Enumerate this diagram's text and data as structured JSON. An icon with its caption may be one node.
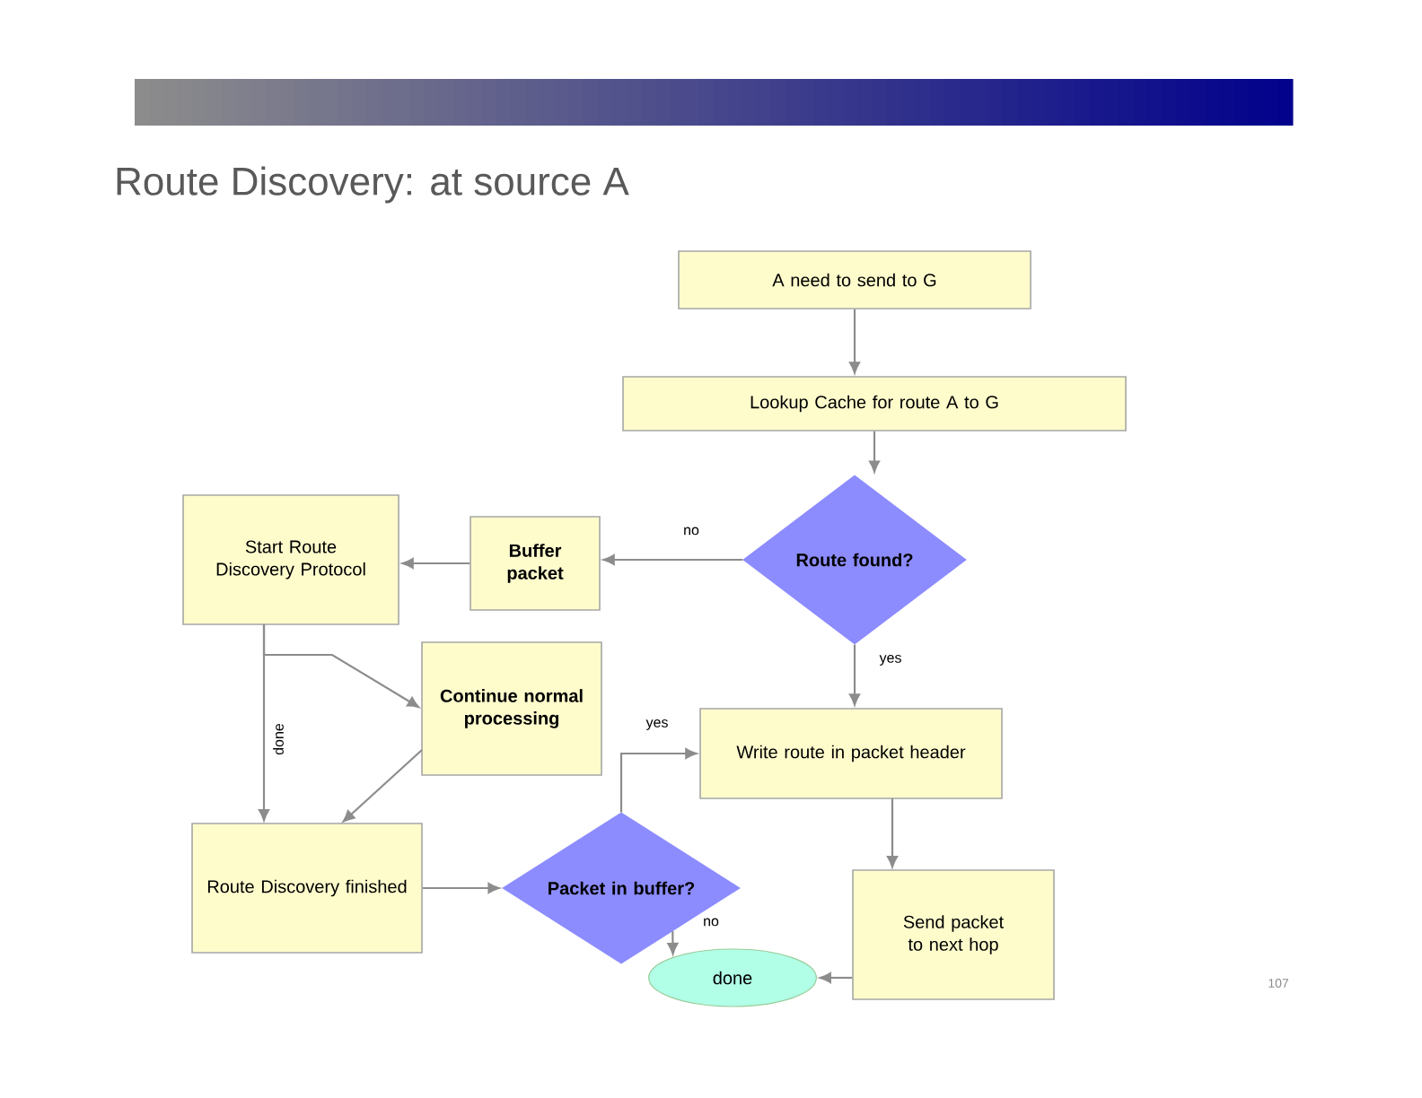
{
  "diagram": {
    "title": "Route Discovery: at source A",
    "nodes": [
      {
        "text": [
          "A need to send to G"
        ]
      },
      {
        "text": [
          "Lookup Cache for route A to G"
        ]
      },
      {
        "text": [
          "Route found?"
        ]
      },
      {
        "text": [
          "Buffer packet"
        ]
      },
      {
        "text": [
          "Start Route Discovery Protocol"
        ]
      },
      {
        "text": [
          "Continue normal processing"
        ]
      },
      {
        "text": [
          "Write route in packet header"
        ]
      },
      {
        "text": [
          "Route Discovery finished"
        ]
      },
      {
        "text": [
          "Packet in buffer?"
        ]
      },
      {
        "text": [
          "done"
        ]
      },
      {
        "text": [
          "Send packet to next hop"
        ]
      }
    ],
    "edges": [
      {
        "from": 0,
        "to": 1,
        "arrow": "to"
      },
      {
        "from": 1,
        "to": 2,
        "arrow": "to"
      },
      {
        "from": 2,
        "to": 3,
        "arrow": "to",
        "label": "no"
      },
      {
        "from": 3,
        "to": 4,
        "arrow": "to"
      },
      {
        "from": 2,
        "to": 6,
        "arrow": "to",
        "label": "yes"
      },
      {
        "from": 4,
        "to": 7,
        "arrow": "to",
        "label": "done"
      },
      {
        "from": 4,
        "to": 5,
        "arrow": "to"
      },
      {
        "from": 5,
        "to": 7,
        "arrow": "to"
      },
      {
        "from": 7,
        "to": 8,
        "arrow": "to"
      },
      {
        "from": 8,
        "to": 6,
        "arrow": "to",
        "label": "yes"
      },
      {
        "from": 8,
        "to": 9,
        "arrow": "to",
        "label": "no"
      },
      {
        "from": 6,
        "to": 10,
        "arrow": "to"
      },
      {
        "from": 10,
        "to": 9,
        "arrow": "to"
      }
    ],
    "labels": [
      "107"
    ]
  }
}
